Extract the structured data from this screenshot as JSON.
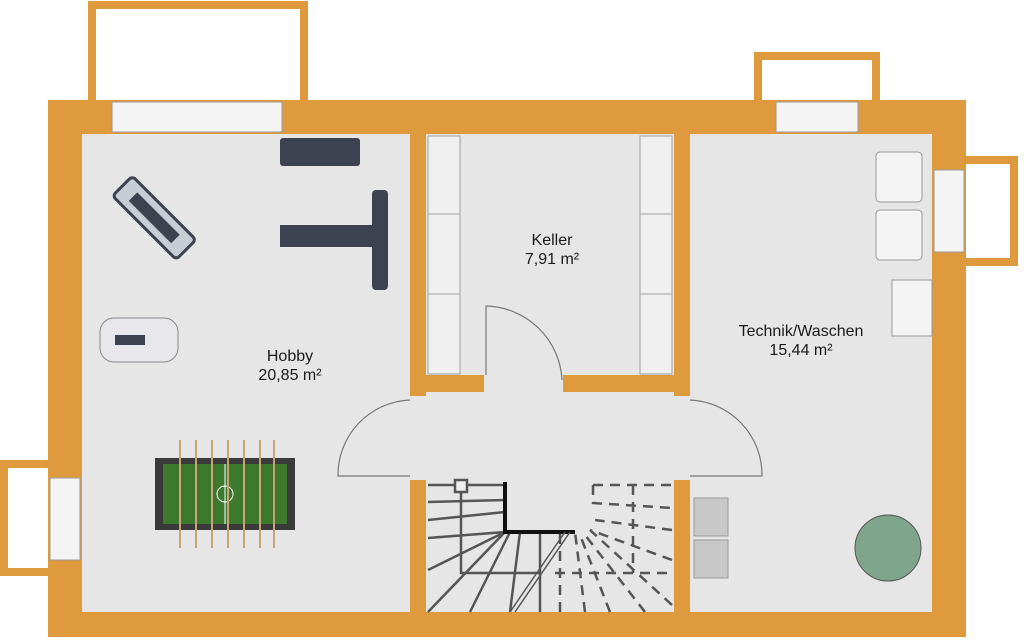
{
  "colors": {
    "wall": "#E09A3E",
    "floor": "#E6E6E6",
    "furniture": "#3C4250",
    "table_green": "#3E7A2E",
    "rug": "#7FA68C"
  },
  "rooms": [
    {
      "name": "Hobby",
      "area": "20,85 m²"
    },
    {
      "name": "Keller",
      "area": "7,91 m²"
    },
    {
      "name": "Technik/Waschen",
      "area": "15,44 m²"
    }
  ]
}
